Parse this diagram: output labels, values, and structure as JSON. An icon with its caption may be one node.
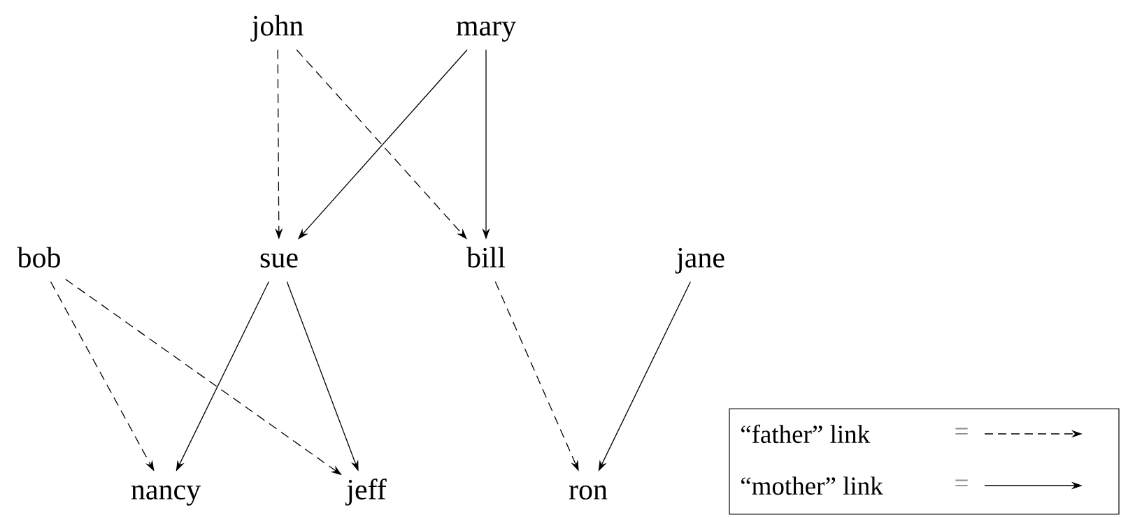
{
  "diagram": {
    "nodes": [
      {
        "text": [
          "john"
        ]
      },
      {
        "text": [
          "mary"
        ]
      },
      {
        "text": [
          "bob"
        ]
      },
      {
        "text": [
          "sue"
        ]
      },
      {
        "text": [
          "bill"
        ]
      },
      {
        "text": [
          "jane"
        ]
      },
      {
        "text": [
          "nancy"
        ]
      },
      {
        "text": [
          "jeff"
        ]
      },
      {
        "text": [
          "ron"
        ]
      }
    ],
    "edges": [
      {
        "from": 0,
        "to": 3,
        "arrow": "to",
        "style": "dashed"
      },
      {
        "from": 0,
        "to": 4,
        "arrow": "to",
        "style": "dashed"
      },
      {
        "from": 1,
        "to": 3,
        "arrow": "to"
      },
      {
        "from": 1,
        "to": 4,
        "arrow": "to"
      },
      {
        "from": 2,
        "to": 6,
        "arrow": "to",
        "style": "dashed"
      },
      {
        "from": 2,
        "to": 7,
        "arrow": "to",
        "style": "dashed"
      },
      {
        "from": 3,
        "to": 6,
        "arrow": "to"
      },
      {
        "from": 3,
        "to": 7,
        "arrow": "to"
      },
      {
        "from": 4,
        "to": 8,
        "arrow": "to",
        "style": "dashed"
      },
      {
        "from": 5,
        "to": 8,
        "arrow": "to"
      }
    ],
    "labels": [
      "=",
      "="
    ],
    "legend": [
      {
        "text": "“father” link"
      },
      {
        "text": "“mother” link"
      }
    ]
  }
}
